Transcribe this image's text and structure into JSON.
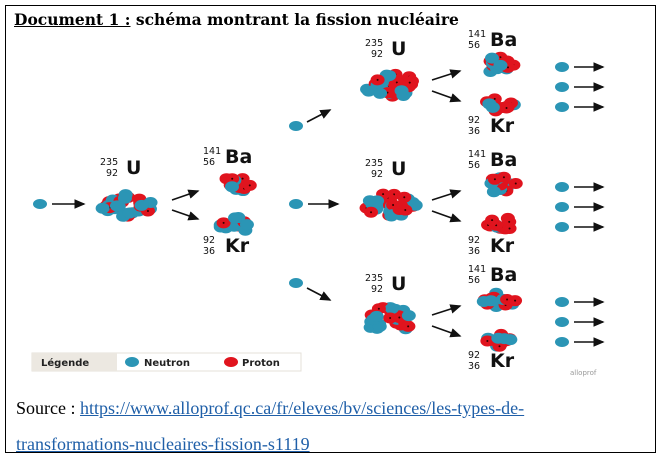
{
  "title": {
    "prefix": "Document 1 :",
    "text": " schéma montrant la fission nucléaire"
  },
  "diagram": {
    "uranium": {
      "mass": "235",
      "atomic": "92",
      "symbol": "U"
    },
    "barium": {
      "mass": "141",
      "atomic": "56",
      "symbol": "Ba"
    },
    "krypton": {
      "mass": "92",
      "atomic": "36",
      "symbol": "Kr"
    },
    "legend": {
      "title": "Légende",
      "neutron": "Neutron",
      "proton": "Proton"
    },
    "watermark": "alloprof",
    "colors": {
      "neutron": "#2b95b5",
      "proton": "#e0141e",
      "arrow": "#111111",
      "legend_bg": "#ece8e1"
    }
  },
  "source": {
    "label": "Source : ",
    "link_line1": "https://www.alloprof.qc.ca/fr/eleves/bv/sciences/les-types-de-",
    "link_line2": "transformations-nucleaires-fission-s1119"
  }
}
